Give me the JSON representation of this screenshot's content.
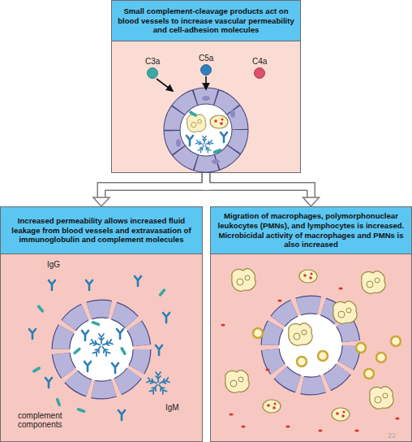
{
  "diagram": {
    "nodes": [
      {
        "text": [
          "Small complement-cleavage products act on blood vessels to increase vascular permeability and cell-adhesion molecules"
        ]
      },
      {
        "text": [
          "Increased permeability allows increased fluid leakage from blood vessels and extravasation of immunoglobulin and complement molecules"
        ]
      },
      {
        "text": [
          "Migration of macrophages, polymorphonuclear leukocytes (PMNs), and lymphocytes is increased. Microbicidal activity of macrophages and PMNs is also increased"
        ]
      }
    ],
    "edges": [
      {
        "from": 0,
        "to": 1,
        "arrow": "to"
      },
      {
        "from": 0,
        "to": 2,
        "arrow": "to"
      }
    ],
    "labels": [
      "C3a",
      "C5a",
      "C4a",
      "IgG",
      "IgM",
      "complement components",
      "22"
    ]
  }
}
